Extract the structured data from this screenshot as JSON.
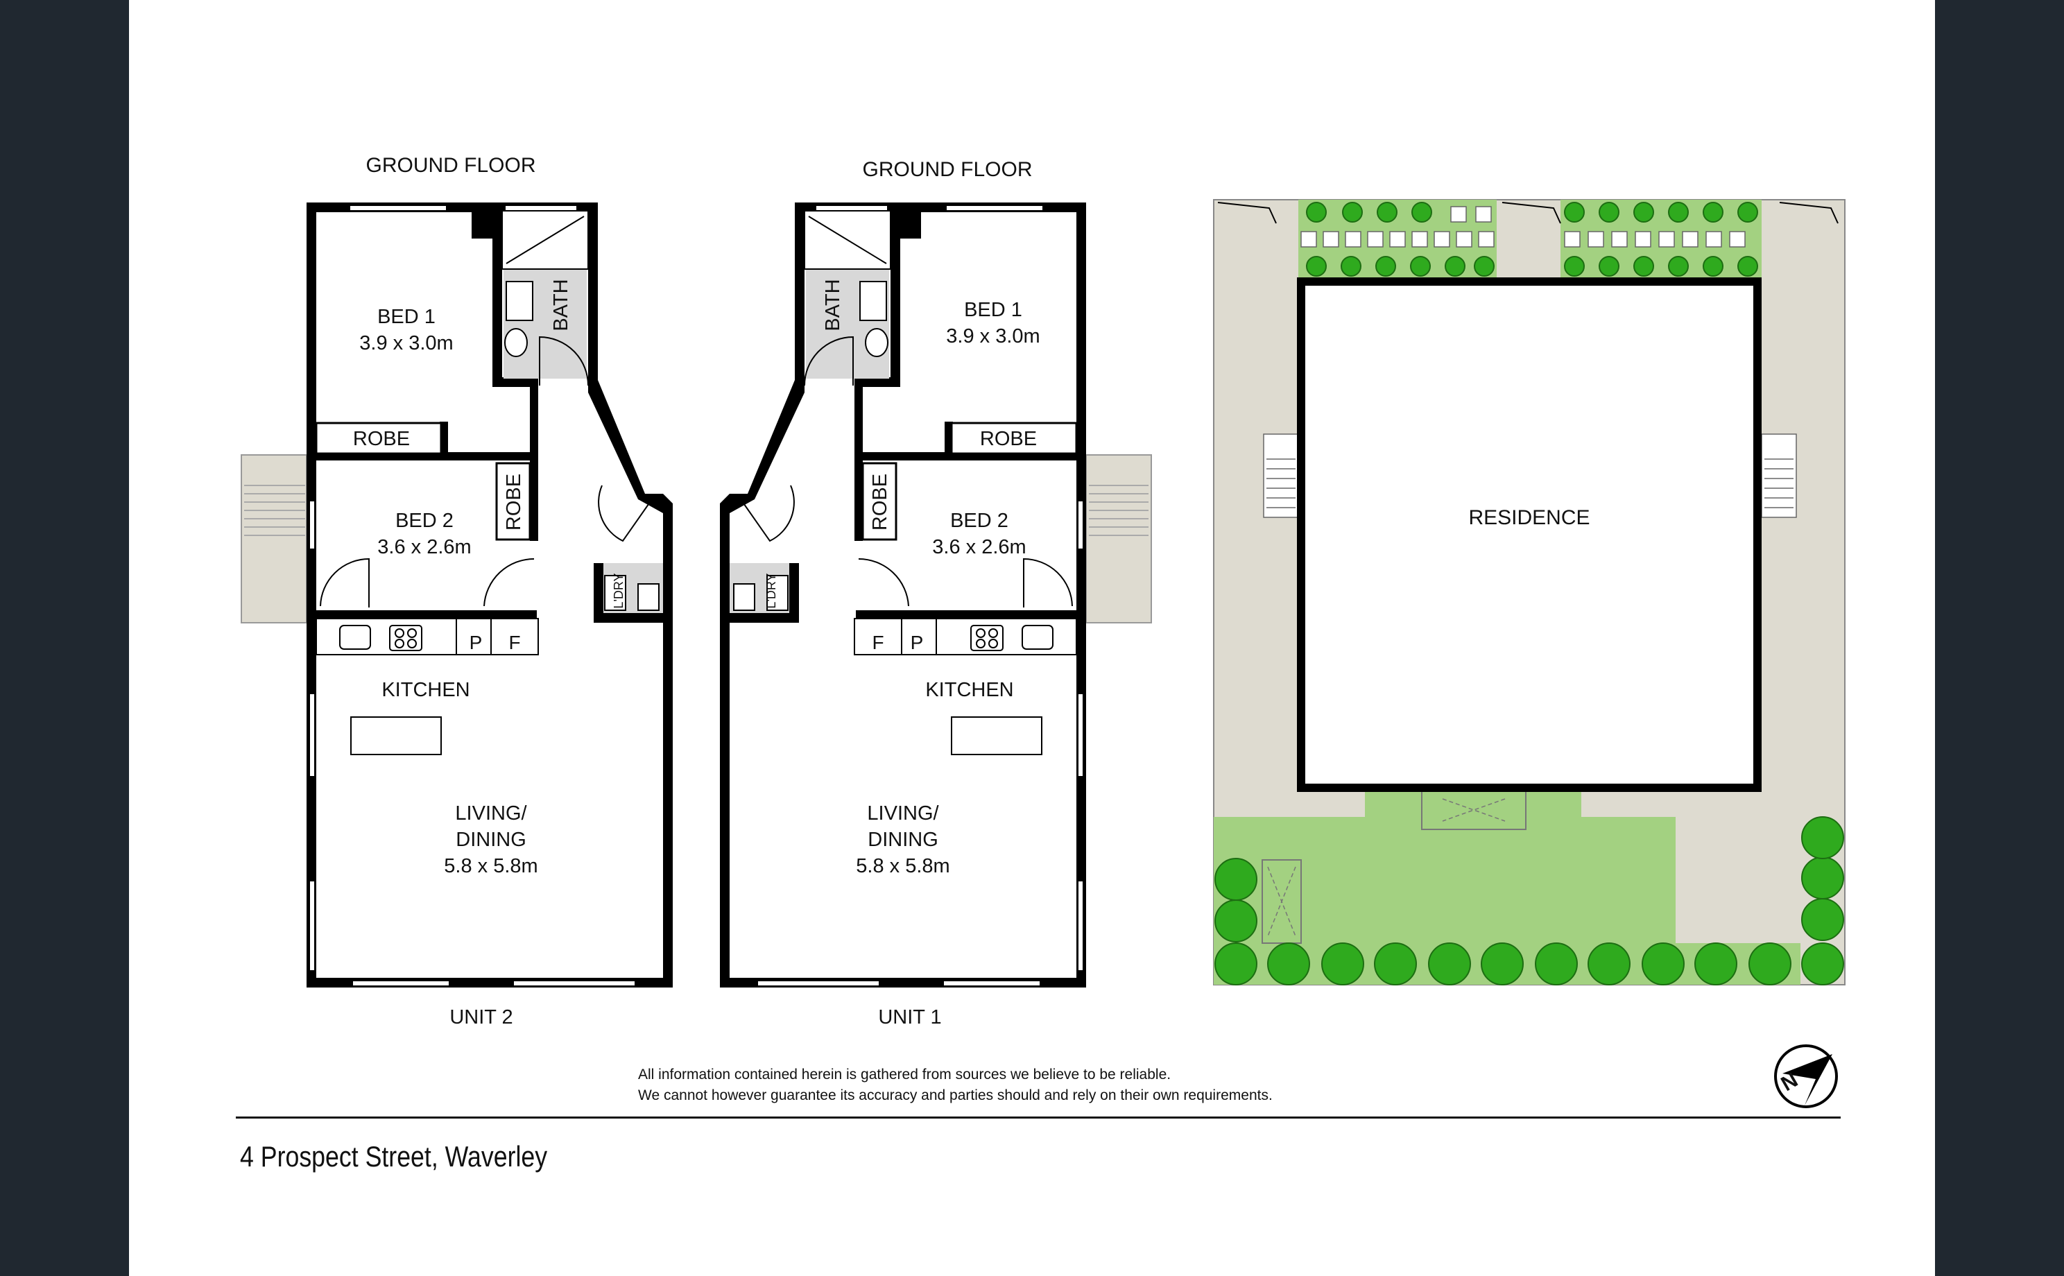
{
  "units": [
    {
      "name": "UNIT 2",
      "floor": "GROUND FLOOR",
      "rooms": {
        "bed1": {
          "label": "BED 1",
          "size": "3.9 x 3.0m"
        },
        "bed2": {
          "label": "BED 2",
          "size": "3.6 x 2.6m"
        },
        "robe1": "ROBE",
        "robe2": "ROBE",
        "bath": "BATH",
        "laundry": "L'DRY",
        "kitchen": "KITCHEN",
        "living": {
          "label1": "LIVING/",
          "label2": "DINING",
          "size": "5.8 x 5.8m"
        },
        "pantry": "P",
        "fridge": "F"
      }
    },
    {
      "name": "UNIT 1",
      "floor": "GROUND FLOOR",
      "rooms": {
        "bed1": {
          "label": "BED 1",
          "size": "3.9 x 3.0m"
        },
        "bed2": {
          "label": "BED 2",
          "size": "3.6 x 2.6m"
        },
        "robe1": "ROBE",
        "robe2": "ROBE",
        "bath": "BATH",
        "laundry": "L'DRY",
        "kitchen": "KITCHEN",
        "living": {
          "label1": "LIVING/",
          "label2": "DINING",
          "size": "5.8 x 5.8m"
        },
        "pantry": "P",
        "fridge": "F"
      }
    }
  ],
  "site": {
    "residence": "RESIDENCE"
  },
  "disclaimer": {
    "line1": "All information contained herein is gathered from sources we believe to be reliable.",
    "line2": "We cannot however guarantee its accuracy and parties should and rely on their own requirements."
  },
  "address": "4 Prospect Street, Waverley",
  "compass": "N",
  "colors": {
    "background": "#202830",
    "sheet": "#ffffff",
    "lawn": "#a3d181",
    "paving": "#dedbd0",
    "tree": "#2faa1e"
  }
}
